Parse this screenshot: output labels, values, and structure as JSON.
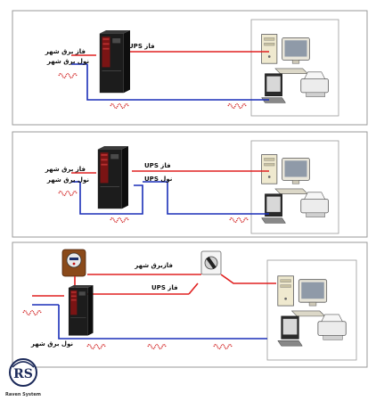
{
  "colors": {
    "phase_line": "#e02020",
    "neutral_line": "#1a2fb8",
    "noise": "#d01818",
    "panel_border": "#9a9a9a",
    "ups_body": "#202020",
    "ups_accent": "#8a1010"
  },
  "panels": [
    {
      "phase_label": "فاز برق شهر",
      "neutral_label": "نول برق شهر",
      "ups_phase_label": "UPS فاز"
    },
    {
      "phase_label": "فاز برق شهر",
      "neutral_label": "نول برق شهر",
      "ups_phase_label": "UPS فاز",
      "ups_neutral_label": "UPS نول"
    },
    {
      "city_phase_label": "فازبرق شهر",
      "ups_phase_label": "UPS فاز",
      "neutral_label": "نول برق شهر"
    }
  ],
  "logo": {
    "letters": "RS",
    "caption": "Raven System"
  },
  "icons": {
    "ups": "ups-tower-icon",
    "computer": "desktop-computer-icon",
    "printer": "printer-icon",
    "meter": "electricity-meter-icon",
    "switch": "changeover-switch-icon",
    "noise": "noise-wave-icon"
  }
}
